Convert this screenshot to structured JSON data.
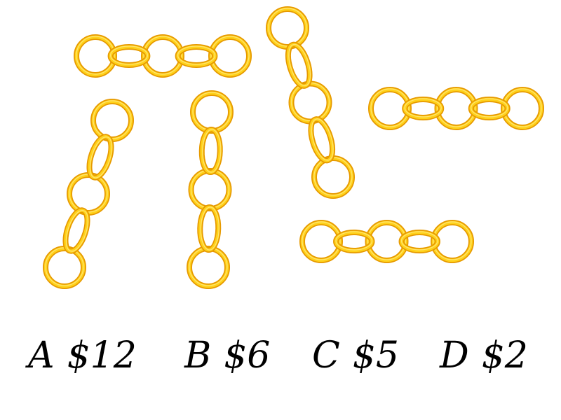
{
  "colors": {
    "gold_dark": "#E69900",
    "gold_mid": "#F2B400",
    "gold_light": "#FFD21A",
    "gold_highlight": "#FFE98A",
    "text": "#000000",
    "background": "#FFFFFF"
  },
  "pieces": [
    {
      "id": "piece-top-horizontal",
      "ring_count": 5
    },
    {
      "id": "piece-left-diagonal",
      "ring_count": 5
    },
    {
      "id": "piece-middle-vertical",
      "ring_count": 5
    },
    {
      "id": "piece-center-diagonal",
      "ring_count": 5
    },
    {
      "id": "piece-right-horizontal",
      "ring_count": 5
    },
    {
      "id": "piece-bottom-horizontal",
      "ring_count": 5
    }
  ],
  "options": [
    {
      "letter": "A",
      "price": "$12"
    },
    {
      "letter": "B",
      "price": "$6"
    },
    {
      "letter": "C",
      "price": "$5"
    },
    {
      "letter": "D",
      "price": "$2"
    }
  ]
}
